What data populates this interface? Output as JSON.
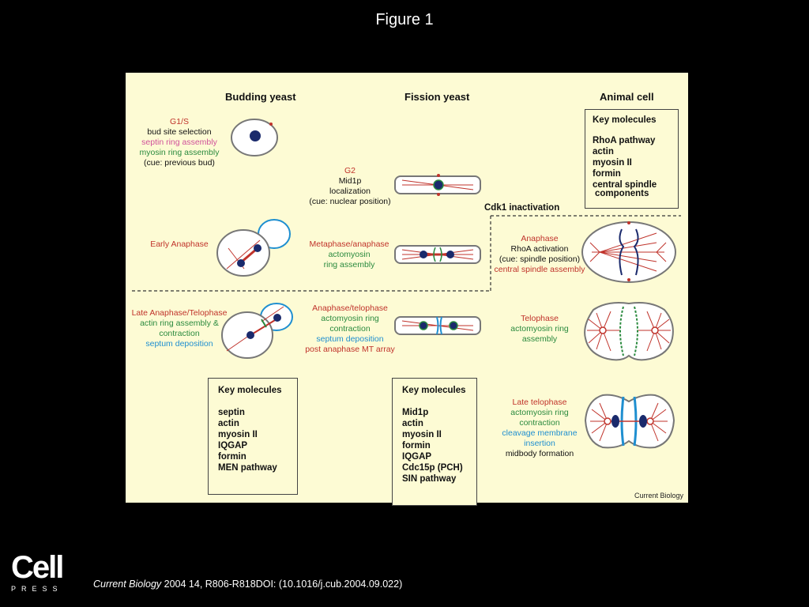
{
  "figure_title": "Figure 1",
  "columns": {
    "budding": "Budding yeast",
    "fission": "Fission yeast",
    "animal": "Animal cell"
  },
  "budding": {
    "g1s": {
      "l1": "G1/S",
      "l2": "bud site selection",
      "l3": "septin ring assembly",
      "l4": "myosin ring assembly",
      "l5": "(cue: previous bud)"
    },
    "early": {
      "l1": "Early Anaphase"
    },
    "late": {
      "l1": "Late Anaphase/Telophase",
      "l2": "actin ring assembly &",
      "l3": "contraction",
      "l4": "septum deposition"
    },
    "key": {
      "title": "Key molecules",
      "items": [
        "septin",
        "actin",
        "myosin II",
        "IQGAP",
        "formin",
        "MEN pathway"
      ]
    }
  },
  "fission": {
    "g2": {
      "l1": "G2",
      "l2": "Mid1p",
      "l3": "localization",
      "l4": "(cue: nuclear position)"
    },
    "meta": {
      "l1": "Metaphase/anaphase",
      "l2": "actomyosin",
      "l3": "ring assembly"
    },
    "telo": {
      "l1": "Anaphase/telophase",
      "l2": "actomyosin ring",
      "l3": "contraction",
      "l4": "septum deposition",
      "l5": "post anaphase MT array"
    },
    "key": {
      "title": "Key molecules",
      "items": [
        "Mid1p",
        "actin",
        "myosin II",
        "formin",
        "IQGAP",
        "Cdc15p (PCH)",
        "SIN pathway"
      ]
    }
  },
  "animal": {
    "key": {
      "title": "Key molecules",
      "items": [
        "RhoA pathway",
        "actin",
        "myosin II",
        "formin",
        "central spindle"
      ],
      "last": "components"
    },
    "cdk1": "Cdk1 inactivation",
    "anaphase": {
      "l1": "Anaphase",
      "l2": "RhoA activation",
      "l3": "(cue: spindle position)",
      "l4": "central spindle assembly"
    },
    "telophase": {
      "l1": "Telophase",
      "l2": "actomyosin ring",
      "l3": "assembly"
    },
    "late": {
      "l1": "Late telophase",
      "l2": "actomyosin ring",
      "l3": "contraction",
      "l4": "cleavage membrane",
      "l5": "insertion",
      "l6": "midbody formation"
    }
  },
  "credit": "Current Biology",
  "logo": {
    "word": "Cell",
    "press": "PRESS"
  },
  "citation": {
    "journal": "Current Biology",
    "rest": " 2004 14, R806-R818DOI: (10.1016/j.cub.2004.09.022)"
  },
  "colors": {
    "background": "#000000",
    "panel": "#fdfbd4",
    "red": "#c0332b",
    "green": "#2a8a3e",
    "blue": "#1f8fd0",
    "pink": "#d0509a",
    "nucleus": "#1a2a6c"
  }
}
